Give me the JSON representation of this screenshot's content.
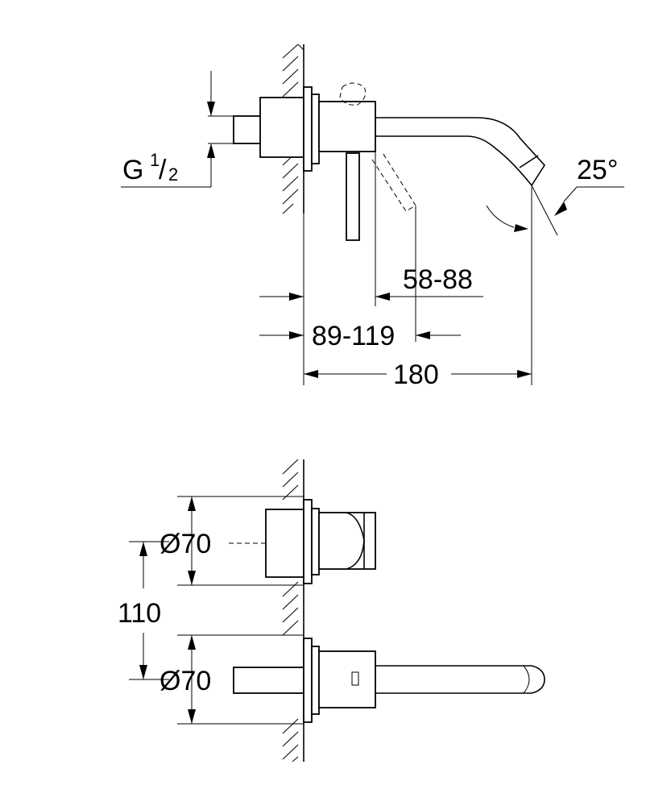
{
  "side_view": {
    "thread_prefix": "G",
    "thread_num": "1",
    "thread_slash": "/",
    "thread_den": "2",
    "angle": "25°",
    "dim_58_88": "58-88",
    "dim_89_119": "89-119",
    "dim_180": "180"
  },
  "front_view": {
    "dia_upper": "Ø70",
    "dia_lower": "Ø70",
    "spacing": "110"
  }
}
